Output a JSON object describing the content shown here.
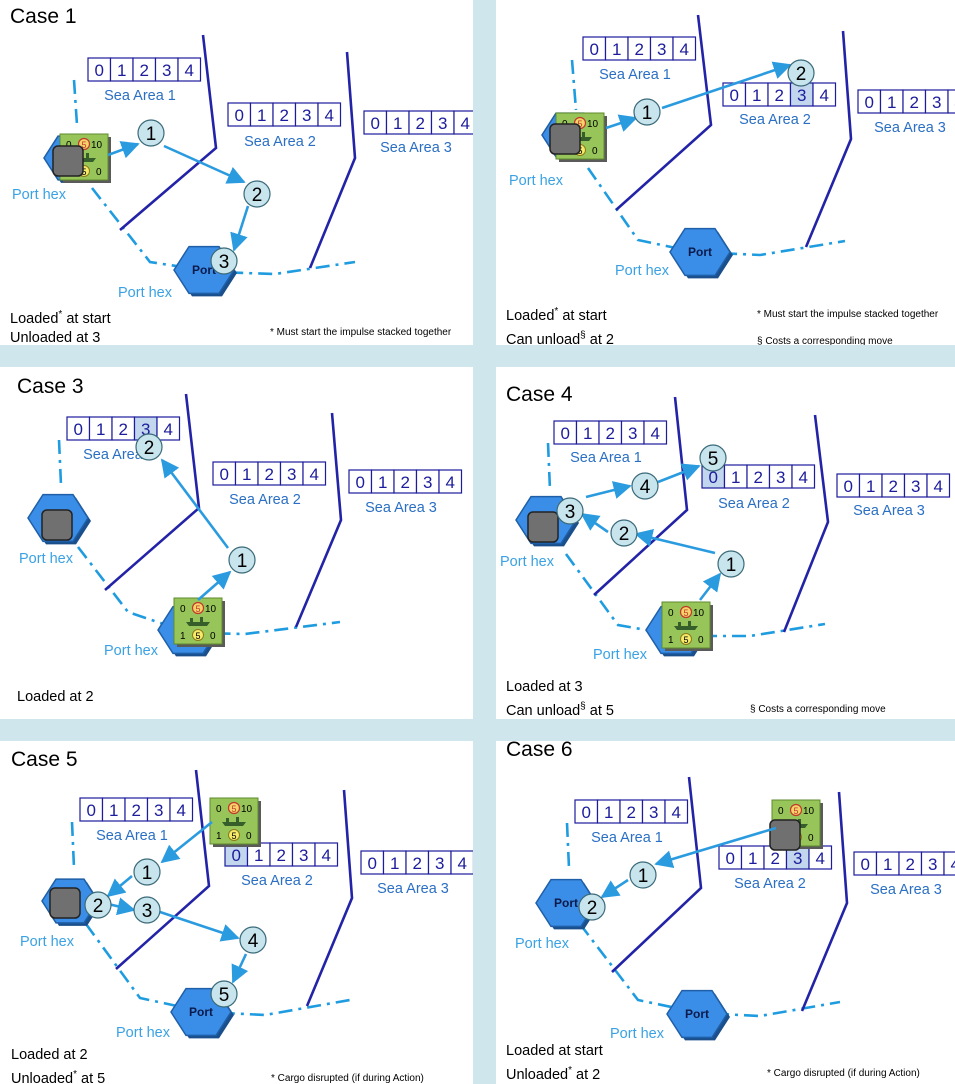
{
  "labels": {
    "sea_area_1": "Sea Area 1",
    "sea_area_2": "Sea Area 2",
    "sea_area_3": "Sea Area 3",
    "port_hex": "Port hex",
    "port": "Port",
    "boxes": [
      "0",
      "1",
      "2",
      "3",
      "4"
    ]
  },
  "counter": {
    "top": [
      "0",
      "5",
      "10"
    ],
    "bottom": [
      "1",
      "5",
      "0"
    ]
  },
  "colors": {
    "panel_bg": "#ffffff",
    "separator": "#cfe7ec",
    "sea_boundary": "#2323a8",
    "coast_line": "#1f9ce0",
    "arrow": "#2b9be0",
    "hex_fill": "#3b8ee8",
    "hex_stroke": "#1f5fa8",
    "circle_fill": "#c8e4ec",
    "box_text": "#1c1c9c",
    "sea_label": "#2a6fc4",
    "port_hex_label": "#3aa2e4",
    "highlight": "#c2d6ee",
    "counter_green": "#98c55a",
    "counter_gray": "#707070"
  },
  "cases": [
    {
      "title": "Case 1",
      "notes": [
        {
          "text": "Loaded",
          "sup": "*",
          "rest": " at start"
        },
        {
          "text": "Unloaded at 3",
          "sup": "",
          "rest": ""
        }
      ],
      "footnotes": [
        "* Must start the impulse stacked together"
      ],
      "steps": [
        "1",
        "2",
        "3"
      ],
      "highlighted_box": null
    },
    {
      "title": "Case 2",
      "notes": [
        {
          "text": "Loaded",
          "sup": "*",
          "rest": " at start"
        },
        {
          "text": "Can unload",
          "sup": "§",
          "rest": " at 2"
        }
      ],
      "footnotes": [
        "* Must start the impulse stacked together",
        "§ Costs a corresponding move"
      ],
      "steps": [
        "1",
        "2"
      ],
      "highlighted_box": "Sea Area 2: 3"
    },
    {
      "title": "Case 3",
      "notes": [
        {
          "text": "Loaded at 2",
          "sup": "",
          "rest": ""
        }
      ],
      "footnotes": [],
      "steps": [
        "1",
        "2"
      ],
      "highlighted_box": "Sea Area 1: 3"
    },
    {
      "title": "Case 4",
      "notes": [
        {
          "text": "Loaded at 3",
          "sup": "",
          "rest": ""
        },
        {
          "text": "Can unload",
          "sup": "§",
          "rest": " at 5"
        }
      ],
      "footnotes": [
        "§ Costs a corresponding move"
      ],
      "steps": [
        "1",
        "2",
        "3",
        "4",
        "5"
      ],
      "highlighted_box": "Sea Area 2: 0"
    },
    {
      "title": "Case 5",
      "notes": [
        {
          "text": "Loaded at 2",
          "sup": "",
          "rest": ""
        },
        {
          "text": "Unloaded",
          "sup": "*",
          "rest": " at 5"
        }
      ],
      "footnotes": [
        "* Cargo disrupted (if during Action)"
      ],
      "steps": [
        "1",
        "2",
        "3",
        "4",
        "5"
      ],
      "highlighted_box": "Sea Area 2: 0"
    },
    {
      "title": "Case 6",
      "notes": [
        {
          "text": "Loaded at start",
          "sup": "",
          "rest": ""
        },
        {
          "text": "Unloaded",
          "sup": "*",
          "rest": " at 2"
        }
      ],
      "footnotes": [
        "* Cargo disrupted (if during Action)"
      ],
      "steps": [
        "1",
        "2"
      ],
      "highlighted_box": "Sea Area 2: 3"
    }
  ]
}
